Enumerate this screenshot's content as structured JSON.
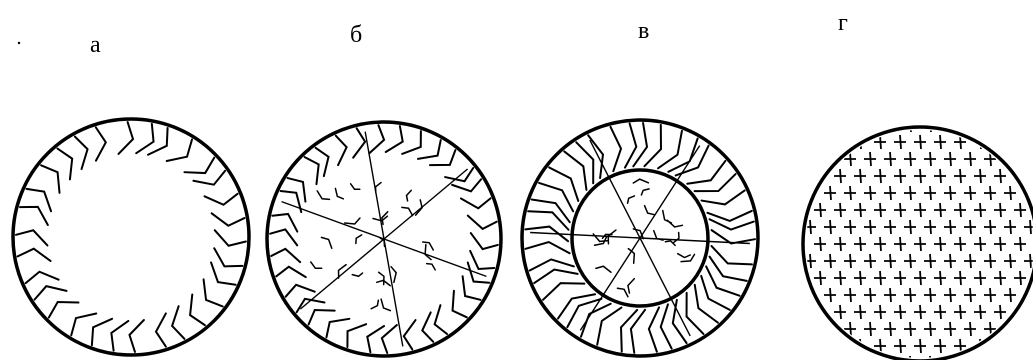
{
  "panels": [
    {
      "id": "a",
      "label": "а",
      "pattern": "outer-ring-only"
    },
    {
      "id": "b",
      "label": "б",
      "pattern": "ring-plus-radial-center"
    },
    {
      "id": "v",
      "label": "в",
      "pattern": "ring-plus-inner-circle"
    },
    {
      "id": "g",
      "label": "г",
      "pattern": "crosses-throughout"
    }
  ],
  "colors": {
    "ink": "#000000",
    "background": "#ffffff"
  }
}
